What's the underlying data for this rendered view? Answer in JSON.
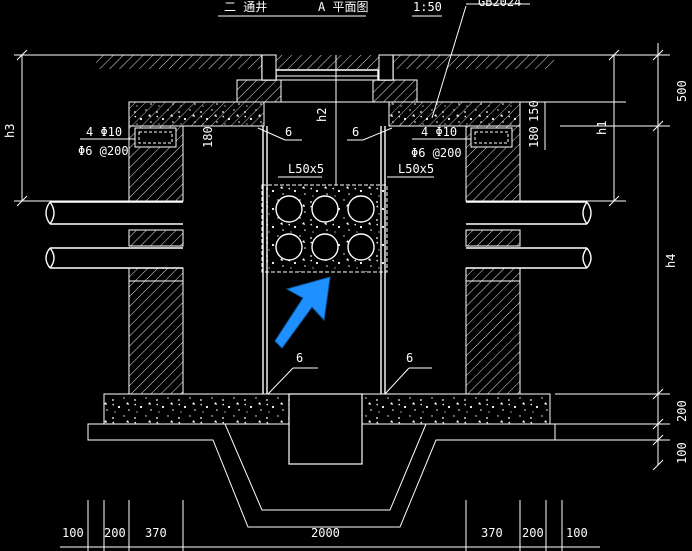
{
  "title": {
    "prefix": "二 通井",
    "name": "A 平面图",
    "scale": "1:50",
    "ref": "GB2024"
  },
  "annotations": {
    "rebar_left": "4 Φ10",
    "stirrup_left": "Φ6 @200",
    "rebar_right": "4 Φ10",
    "stirrup_right": "Φ6 @200",
    "angle_left": "L50x5",
    "angle_right": "L50x5",
    "h2": "h2",
    "dim_180_left": "180",
    "dim_180_right": "180",
    "dim_150": "150",
    "weld_symbol": "6"
  },
  "dimensions": {
    "left_h3": "h3",
    "right_500": "500",
    "right_h1": "h1",
    "right_h4": "h4",
    "right_200": "200",
    "right_100": "100",
    "bottom": [
      "100",
      "200",
      "370",
      "2000",
      "370",
      "200",
      "100"
    ]
  },
  "colors": {
    "background": "#000000",
    "lines": "#ffffff",
    "arrow": "#1e90ff"
  }
}
